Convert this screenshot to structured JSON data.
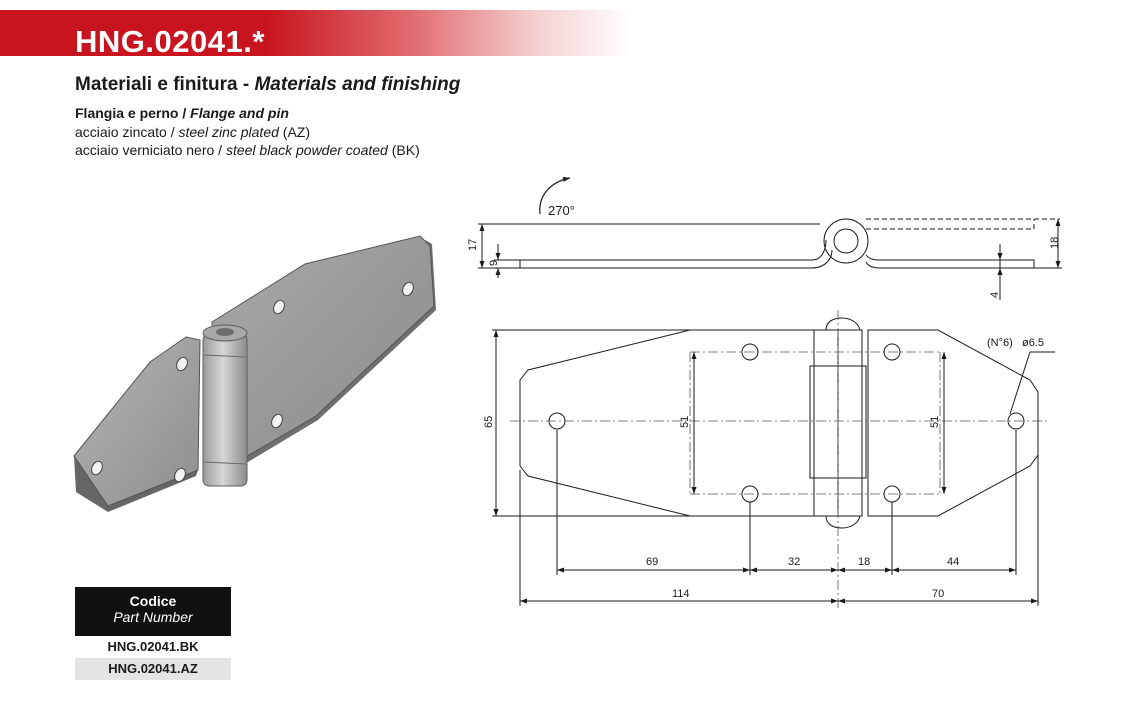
{
  "header": {
    "title": "HNG.02041.*"
  },
  "materials": {
    "heading_it": "Materiali e finitura - ",
    "heading_en": "Materials and finishing",
    "subhead_it": "Flangia e perno / ",
    "subhead_en": "Flange and pin",
    "line1_it": "acciaio zincato / ",
    "line1_en": "steel zinc plated",
    "line1_code": " (AZ)",
    "line2_it": "acciaio verniciato nero / ",
    "line2_en": "steel black powder coated",
    "line2_code": " (BK)"
  },
  "drawing": {
    "rotation": "270°",
    "side_dims": {
      "total_left": "17",
      "thickness_left": "9",
      "total_right": "18",
      "plate": "4"
    },
    "plan_dims": {
      "height": "65",
      "hole_spacing_left": "51",
      "hole_spacing_right": "51",
      "hole_label": "(N°6)",
      "hole_dia": "ø6.5",
      "d69": "69",
      "d32": "32",
      "d18": "18",
      "d44": "44",
      "d114": "114",
      "d70": "70"
    }
  },
  "code_table": {
    "header": "Codice",
    "subheader": "Part Number",
    "rows": [
      "HNG.02041.BK",
      "HNG.02041.AZ"
    ]
  }
}
